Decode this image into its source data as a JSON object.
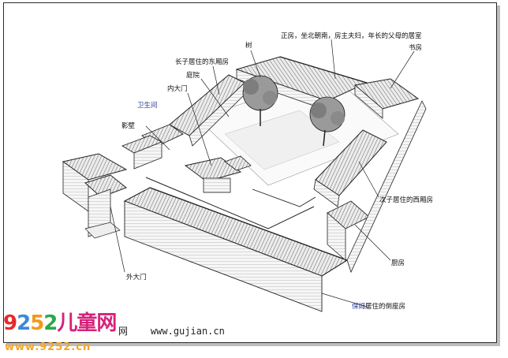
{
  "labels": {
    "main_hall": "正房，坐北朝南，房主夫妇，年长的父母的居室",
    "study": "书房",
    "tree": "树",
    "east_wing": "长子居住的东厢房",
    "courtyard": "庭院",
    "inner_gate": "内大门",
    "toilet": "卫生间",
    "screen_wall": "影壁",
    "west_wing": "次子居住的西厢房",
    "kitchen": "厨房",
    "outer_gate": "外大门",
    "nanny_prefix": "保姆",
    "nanny_suffix": "居住的倒座房"
  },
  "watermark": {
    "brand_digits": [
      "9",
      "2",
      "5",
      "2"
    ],
    "brand_text": "儿童网",
    "brand_url": "www.9252.cn",
    "site_partial": "网",
    "site_url": "www.gujian.cn"
  },
  "colors": {
    "line": "#222222",
    "roof_fill": "#e9e9e9",
    "wall_fill": "#f7f7f7",
    "tree_fill": "#9a9a9a",
    "label_blue": "#2b3f9a"
  }
}
